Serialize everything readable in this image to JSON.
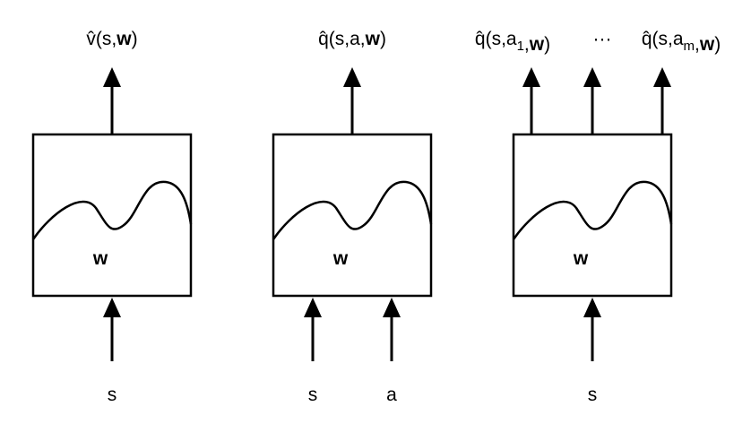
{
  "diagram": {
    "panels": [
      {
        "id": "state-value",
        "weight_label": "w",
        "inputs": [
          "s"
        ],
        "outputs": [
          {
            "parts": [
              {
                "t": "v̂(s,"
              },
              {
                "t": "w",
                "b": true
              },
              {
                "t": ")"
              }
            ]
          }
        ]
      },
      {
        "id": "action-in",
        "weight_label": "w",
        "inputs": [
          "s",
          "a"
        ],
        "outputs": [
          {
            "parts": [
              {
                "t": "q̂(s,a,"
              },
              {
                "t": "w",
                "b": true
              },
              {
                "t": ")"
              }
            ]
          }
        ]
      },
      {
        "id": "action-out",
        "weight_label": "w",
        "inputs": [
          "s"
        ],
        "outputs": [
          {
            "parts": [
              {
                "t": "q̂(s,a"
              },
              {
                "t": "1",
                "sub": true
              },
              {
                "t": ","
              },
              {
                "t": "w",
                "b": true
              },
              {
                "t": ")"
              }
            ]
          },
          {
            "parts": [
              {
                "t": "···"
              }
            ]
          },
          {
            "parts": [
              {
                "t": "q̂(s,a"
              },
              {
                "t": "m",
                "sub": true
              },
              {
                "t": ","
              },
              {
                "t": "w",
                "b": true
              },
              {
                "t": ")"
              }
            ]
          }
        ]
      }
    ]
  }
}
